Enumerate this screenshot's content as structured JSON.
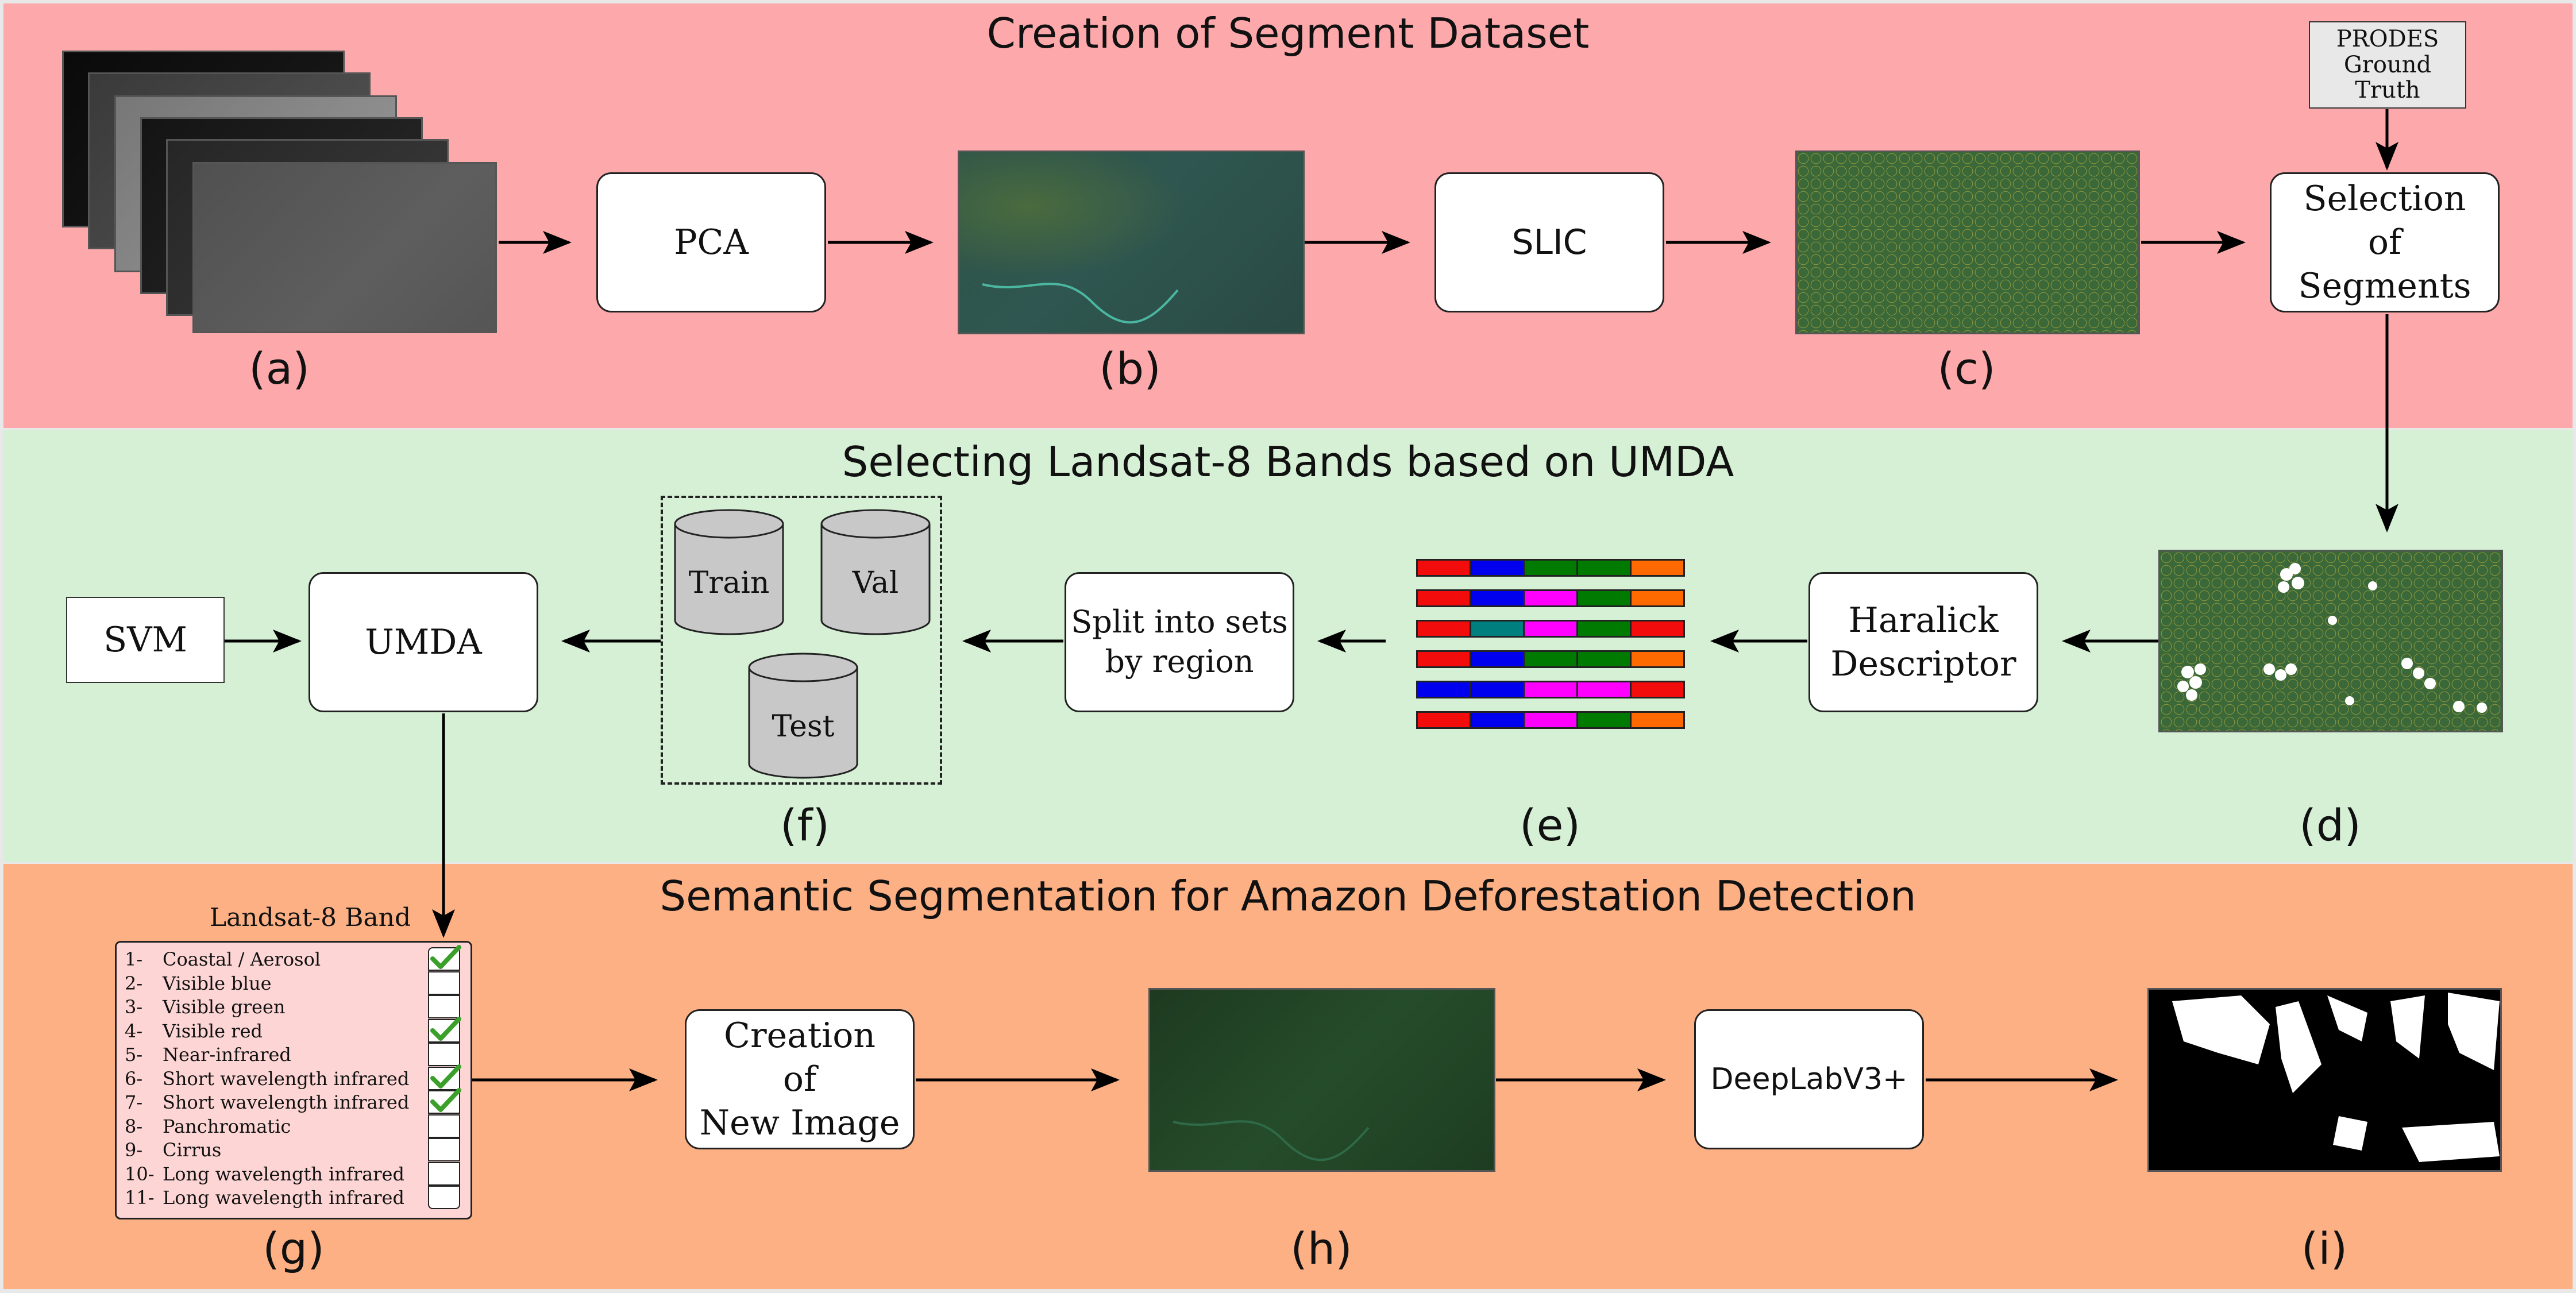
{
  "sections": {
    "top": {
      "title": "Creation of Segment Dataset",
      "color": "#fda9ab"
    },
    "middle": {
      "title": "Selecting Landsat-8 Bands based on UMDA",
      "color": "#d5f0d5"
    },
    "bottom": {
      "title": "Semantic Segmentation for Amazon Deforestation Detection",
      "color": "#fcb084"
    }
  },
  "boxes": {
    "pca": "PCA",
    "slic": "SLIC",
    "selection": [
      "Selection",
      "of",
      "Segments"
    ],
    "prodes": [
      "PRODES",
      "Ground",
      "Truth"
    ],
    "haralick": [
      "Haralick",
      "Descriptor"
    ],
    "split": [
      "Split into sets",
      "by region"
    ],
    "umda": "UMDA",
    "svm": "SVM",
    "creation": [
      "Creation",
      "of",
      "New Image"
    ],
    "deeplab": "DeepLabV3+"
  },
  "datasets": {
    "train": "Train",
    "val": "Val",
    "test": "Test"
  },
  "labels": {
    "a": "(a)",
    "b": "(b)",
    "c": "(c)",
    "d": "(d)",
    "e": "(e)",
    "f": "(f)",
    "g": "(g)",
    "h": "(h)",
    "i": "(i)"
  },
  "feature_vectors": [
    [
      "#f20c0c",
      "#0000ee",
      "#007a00",
      "#007a00",
      "#ff6a00"
    ],
    [
      "#f20c0c",
      "#0000ee",
      "#ff00ff",
      "#007a00",
      "#ff6a00"
    ],
    [
      "#f20c0c",
      "#007f7f",
      "#ff00ff",
      "#007a00",
      "#f20c0c"
    ],
    [
      "#f20c0c",
      "#0000ee",
      "#007a00",
      "#007a00",
      "#ff6a00"
    ],
    [
      "#0000ee",
      "#0000ee",
      "#ff00ff",
      "#ff00ff",
      "#f20c0c"
    ],
    [
      "#f20c0c",
      "#0000ee",
      "#ff00ff",
      "#007a00",
      "#ff6a00"
    ]
  ],
  "band_table": {
    "title": "Landsat-8 Band",
    "rows": [
      {
        "num": "1-",
        "name": "Coastal / Aerosol",
        "checked": true
      },
      {
        "num": "2-",
        "name": "Visible blue",
        "checked": false
      },
      {
        "num": "3-",
        "name": "Visible green",
        "checked": false
      },
      {
        "num": "4-",
        "name": "Visible red",
        "checked": true
      },
      {
        "num": "5-",
        "name": "Near-infrared",
        "checked": false
      },
      {
        "num": "6-",
        "name": "Short wavelength infrared",
        "checked": true
      },
      {
        "num": "7-",
        "name": "Short wavelength infrared",
        "checked": true
      },
      {
        "num": "8-",
        "name": "Panchromatic",
        "checked": false
      },
      {
        "num": "9-",
        "name": "Cirrus",
        "checked": false
      },
      {
        "num": "10-",
        "name": "Long wavelength infrared",
        "checked": false
      },
      {
        "num": "11-",
        "name": "Long wavelength infrared",
        "checked": false
      }
    ],
    "check_color": "#3aa02a"
  }
}
